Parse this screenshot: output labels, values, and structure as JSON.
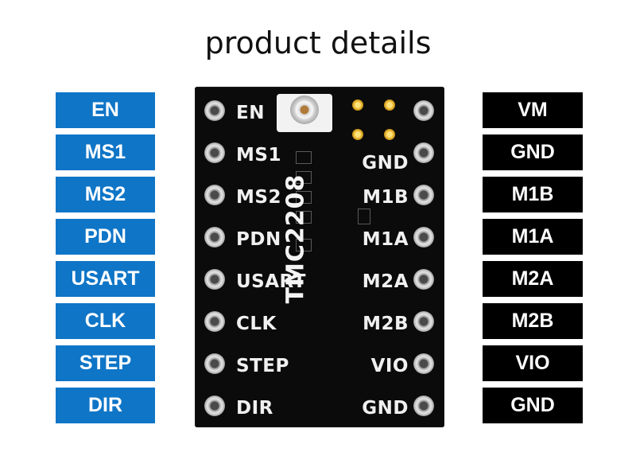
{
  "title": "product details",
  "left_labels": [
    "EN",
    "MS1",
    "MS2",
    "PDN",
    "USART",
    "CLK",
    "STEP",
    "DIR"
  ],
  "right_labels": [
    "VM",
    "GND",
    "M1B",
    "M1A",
    "M2A",
    "M2B",
    "VIO",
    "GND"
  ],
  "board": {
    "left_silk": [
      "EN",
      "MS1",
      "MS2",
      "PDN",
      "USART",
      "CLK",
      "STEP",
      "DIR"
    ],
    "right_silk": [
      "GND",
      "M1B",
      "M1A",
      "M2A",
      "M2B",
      "VIO",
      "GND"
    ],
    "chip_label": "TMC2208"
  },
  "colors": {
    "left_label_bg": "#0f75c7",
    "right_label_bg": "#000000",
    "board": "#0b0b0b"
  }
}
